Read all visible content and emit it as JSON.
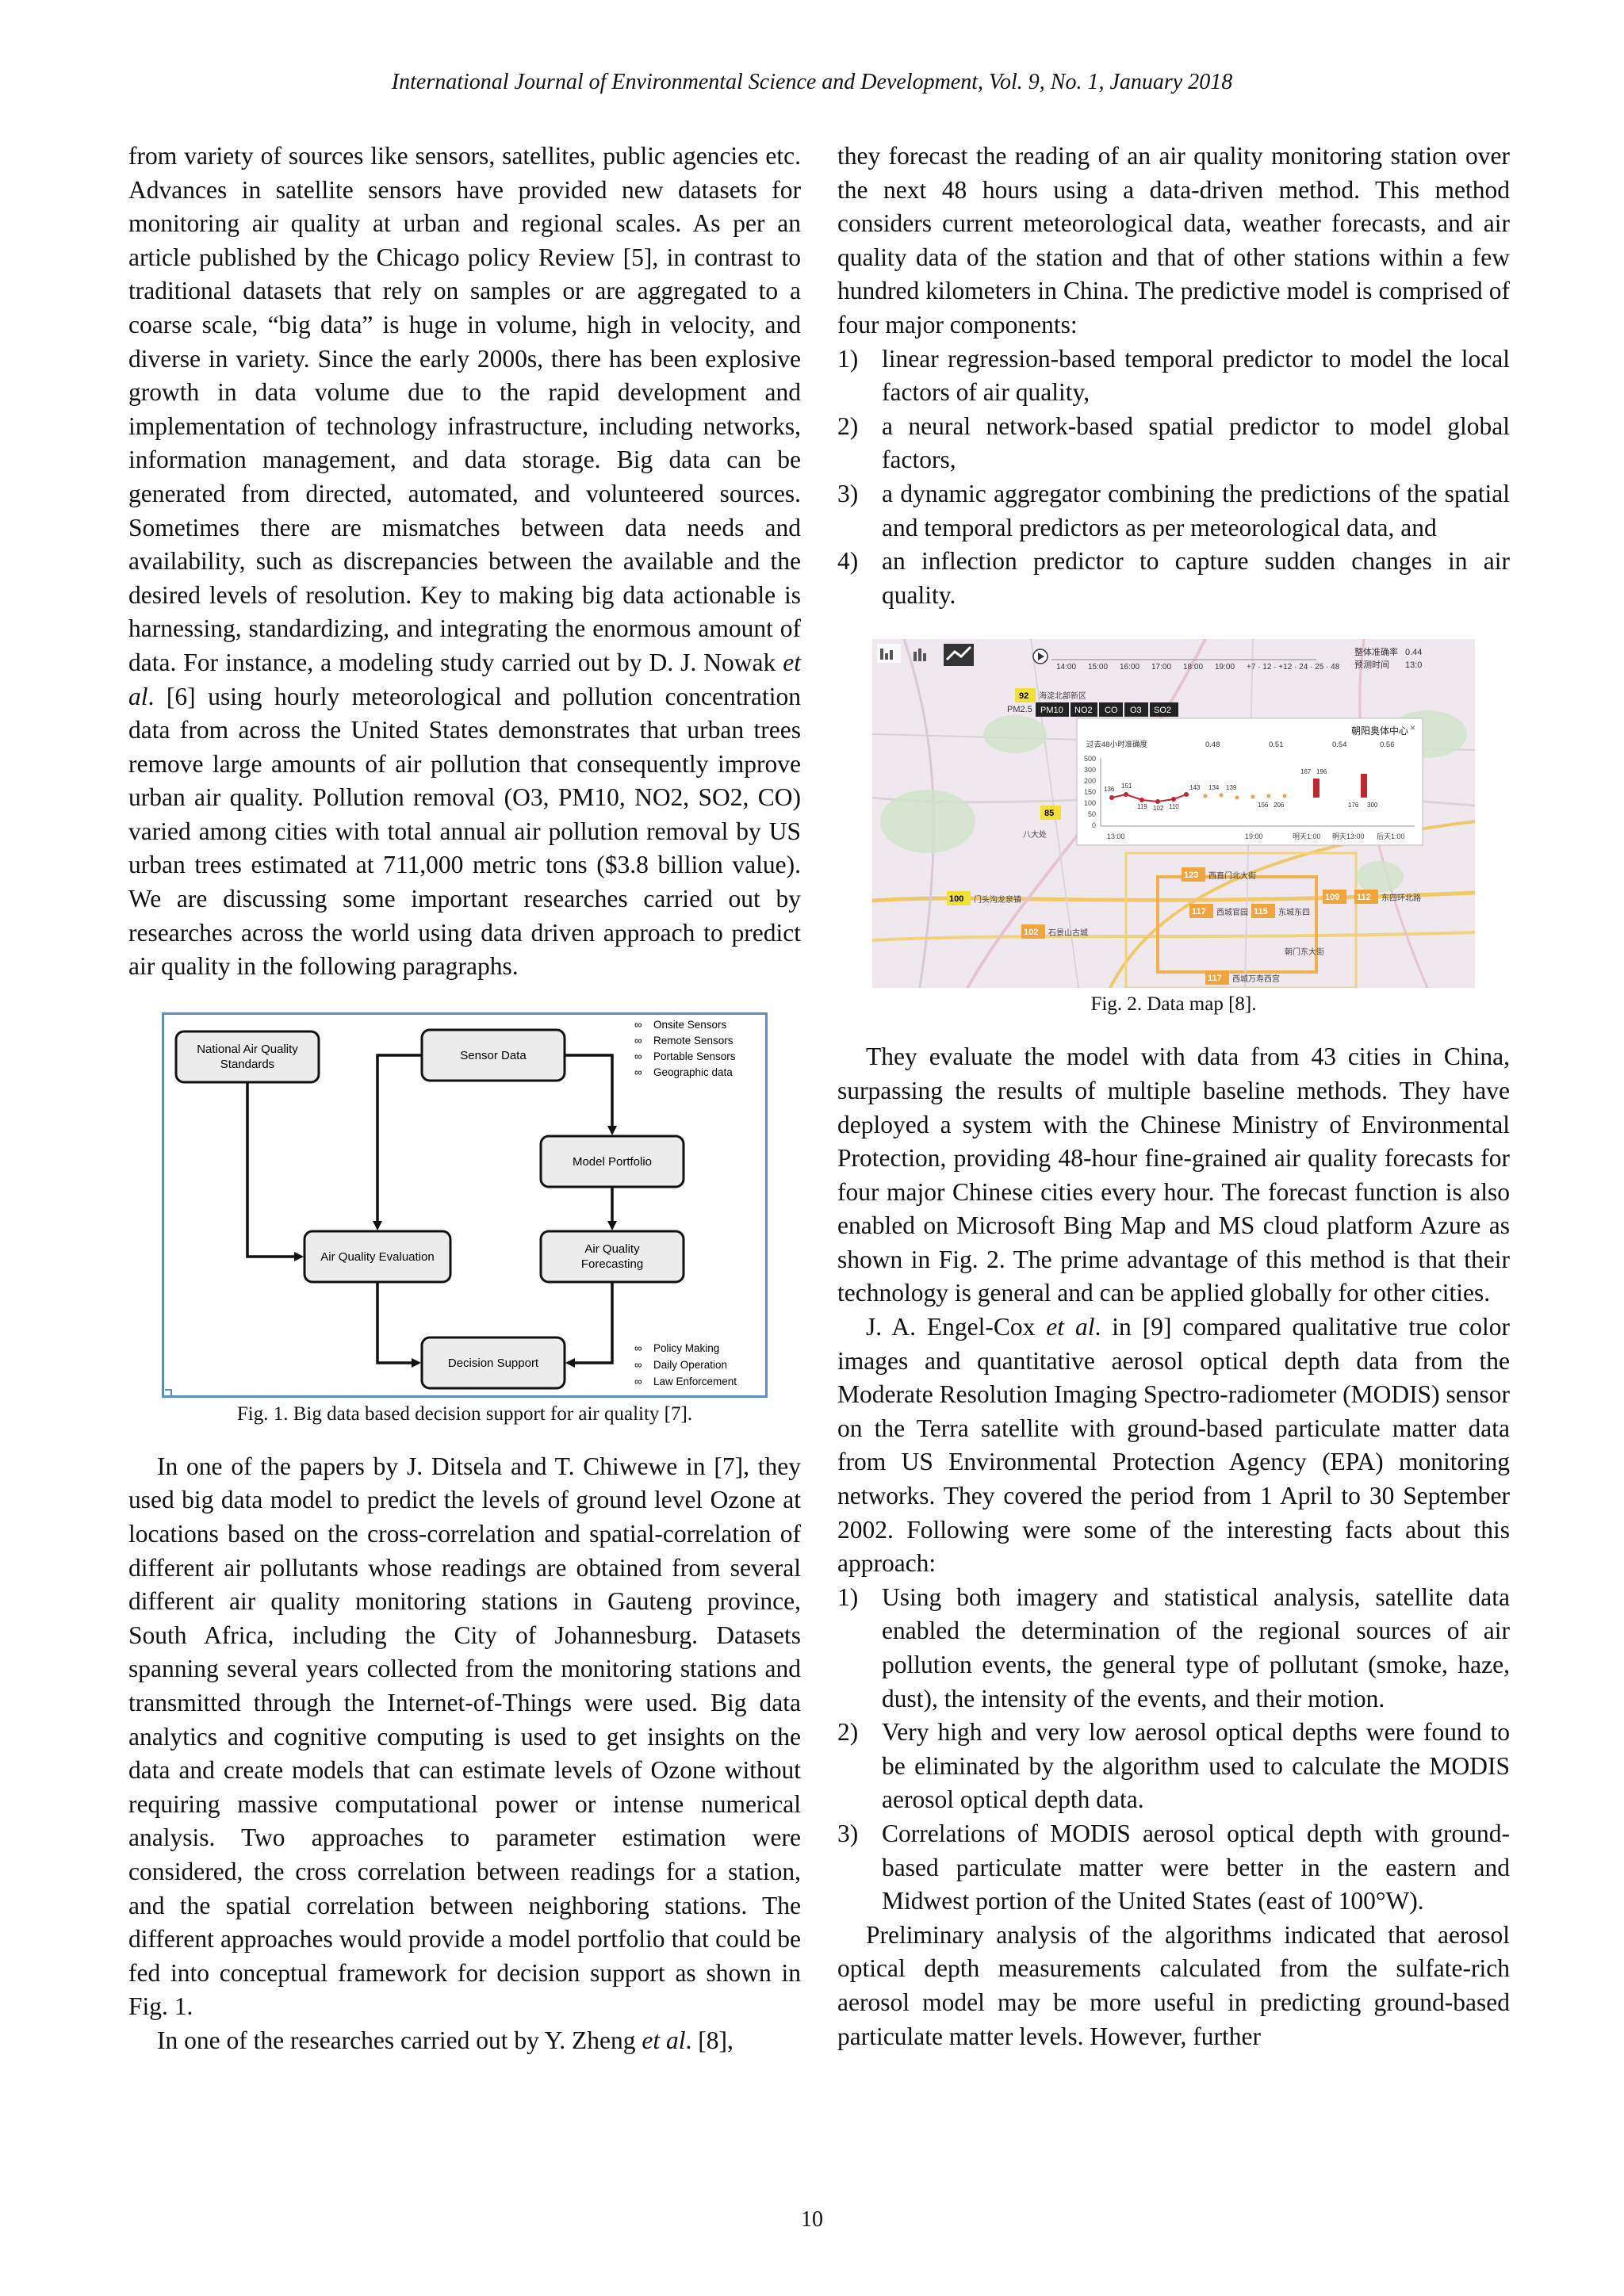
{
  "header": {
    "running_head": "International Journal of Environmental Science and Development, Vol. 9, No. 1, January 2018"
  },
  "left": {
    "p1": "from variety of sources like sensors, satellites, public agencies etc. Advances in satellite sensors have provided new datasets for monitoring air quality at urban and regional scales. As per an article published by the Chicago policy Review [5], in contrast to traditional datasets that rely on samples or are aggregated to a coarse scale, “big data” is huge in volume, high in velocity, and diverse in variety. Since the early 2000s, there has been explosive growth in data volume due to the rapid development and implementation of technology infrastructure, including networks, information management, and data storage. Big data can be generated from directed, automated, and volunteered sources. Sometimes there are mismatches between data needs and availability, such as discrepancies between the available and the desired levels of resolution. Key to making big data actionable is harnessing, standardizing, and integrating the enormous amount of data. For instance, a modeling study carried out by D. J. Nowak",
    "p1_etal": "et al",
    "p1_rest": ". [6] using hourly meteorological and pollution concentration data from across the United States demonstrates that urban trees remove large amounts of air pollution that consequently improve urban air quality. Pollution removal (O3, PM10, NO2, SO2, CO) varied among cities with total annual air pollution removal by US urban trees estimated at 711,000 metric tons ($3.8 billion value). We are discussing some important researches carried out by researches across the world using data driven approach to predict air quality in the following paragraphs.",
    "fig1": {
      "caption": "Fig. 1. Big data based decision support for air quality [7].",
      "nodes": {
        "standards": [
          "National Air Quality",
          "Standards"
        ],
        "sensor": "Sensor Data",
        "portfolio": "Model Portfolio",
        "evaluation": "Air Quality Evaluation",
        "forecasting": [
          "Air Quality",
          "Forecasting"
        ],
        "decision": "Decision Support"
      },
      "sensor_bullets": [
        "Onsite Sensors",
        "Remote Sensors",
        "Portable Sensors",
        "Geographic data"
      ],
      "decision_bullets": [
        "Policy Making",
        "Daily Operation",
        "Law Enforcement"
      ],
      "bullet_glyph": "∞",
      "colors": {
        "border": "#5b8fc7",
        "arrow": "#111111",
        "box": "#ececec"
      }
    },
    "p2": "In one of the papers by J. Ditsela and T. Chiwewe in [7], they used big data model to predict the levels of ground level Ozone at locations based on the cross-correlation and spatial-correlation of different air pollutants whose readings are obtained from several different air quality monitoring stations in Gauteng province, South Africa, including the City of Johannesburg. Datasets spanning several years collected from the monitoring stations and transmitted through the Internet-of-Things were used. Big data analytics and cognitive computing is used to get insights on the data and create models that can estimate levels of Ozone without requiring massive computational power or intense numerical analysis. Two approaches to parameter estimation were considered, the cross correlation between readings for a station, and the spatial correlation between neighboring stations. The different approaches would provide a model portfolio that could be fed into conceptual framework for decision support as shown in Fig. 1.",
    "p3": "In one of the researches carried out by Y. Zheng",
    "p3_etal": "et al",
    "p3_rest": ". [8],"
  },
  "right": {
    "p1": "they forecast the reading of an air quality monitoring station over the next 48 hours using a data-driven method. This method considers current meteorological data, weather forecasts, and air quality data of the station and that of other stations within a few hundred kilometers in China. The predictive model is comprised of four major components:",
    "list1": [
      {
        "num": "1)",
        "text": "linear regression-based temporal predictor to model the local factors of air quality,"
      },
      {
        "num": "2)",
        "text": "a neural network-based spatial predictor to model global factors,"
      },
      {
        "num": "3)",
        "text": "a dynamic aggregator combining the predictions of the spatial and temporal predictors as per meteorological data, and"
      },
      {
        "num": "4)",
        "text": "an inflection predictor to capture sudden changes in air quality."
      }
    ],
    "fig2": {
      "caption": "Fig. 2. Data map [8].",
      "timeline": [
        "14:00",
        "15:00",
        "16:00",
        "17:00",
        "18:00",
        "19:00"
      ],
      "timeline_extra": "+7 · 12 · +12 · 24 · 25 · 48",
      "pm_label": "PM2.5",
      "tabs": [
        "PM10",
        "NO2",
        "CO",
        "O3",
        "SO2"
      ],
      "top_right_a": "整体准确率",
      "top_right_b": "0.44",
      "top_right_c": "预测时间",
      "top_right_d": "13:0",
      "panel_title": "朝阳奥体中心",
      "panel_row_label": "过去48小时准确度",
      "panel_row_values": [
        "0.48",
        "0.51",
        "0.54",
        "0.56"
      ],
      "y_ticks": [
        "500",
        "300",
        "200",
        "150",
        "100",
        "50",
        "0"
      ],
      "x_ticks": [
        "13:00",
        "19:00",
        "明天1:00",
        "明天13:00",
        "后天1:00"
      ],
      "badges": [
        "92",
        "85",
        "100",
        "102",
        "123",
        "109",
        "112",
        "117",
        "115",
        "117"
      ],
      "place_labels": [
        "海淀北部新区",
        "八大处",
        "门头沟龙泉镇",
        "石景山古城",
        "西直门北大街",
        "东四环北路",
        "西城官园",
        "东城东四",
        "朝门东大街",
        "西城万寿西宫"
      ],
      "point_labels": [
        "136",
        "151",
        "119",
        "102",
        "110",
        "143",
        "134",
        "139",
        "156",
        "206",
        "167",
        "196",
        "176",
        "300"
      ],
      "colors": {
        "map_bg": "#efe9ef",
        "badge_yellow": "#f2e135",
        "badge_orange": "#f0a43a",
        "bar_red": "#c0262b",
        "panel_bg": "#ffffff"
      }
    },
    "p2": "They evaluate the model with data from 43 cities in China, surpassing the results of multiple baseline methods. They have deployed a system with the Chinese Ministry of Environmental Protection, providing 48-hour fine-grained air quality forecasts for four major Chinese cities every hour. The forecast function is also enabled on Microsoft Bing Map and MS cloud platform Azure as shown in Fig. 2. The prime advantage of this method is that their technology is general and can be applied globally for other cities.",
    "p3_start": "J. A. Engel-Cox",
    "p3_etal": "et al",
    "p3_rest": ". in [9] compared qualitative true color images and quantitative aerosol optical depth data from the Moderate Resolution Imaging Spectro-radiometer (MODIS) sensor on the Terra satellite with ground-based particulate matter data from US Environmental Protection Agency (EPA) monitoring networks. They covered the period from 1 April to 30 September 2002. Following were some of the interesting facts about this approach:",
    "list2": [
      {
        "num": "1)",
        "text": "Using both imagery and statistical analysis, satellite data enabled the determination of the regional sources of air pollution events, the general type of pollutant (smoke, haze, dust), the intensity of the events, and their motion."
      },
      {
        "num": "2)",
        "text": "Very high and very low aerosol optical depths were found to be eliminated by the algorithm used to calculate the MODIS aerosol optical depth data."
      },
      {
        "num": "3)",
        "text": "Correlations of MODIS aerosol optical depth with ground-based particulate matter were better in the eastern and Midwest portion of the United States (east of 100°W)."
      }
    ],
    "p4": "Preliminary analysis of the algorithms indicated that aerosol optical depth measurements calculated from the sulfate-rich aerosol model may be more useful in predicting ground-based particulate matter levels. However, further"
  },
  "footer": {
    "page_number": "10"
  }
}
